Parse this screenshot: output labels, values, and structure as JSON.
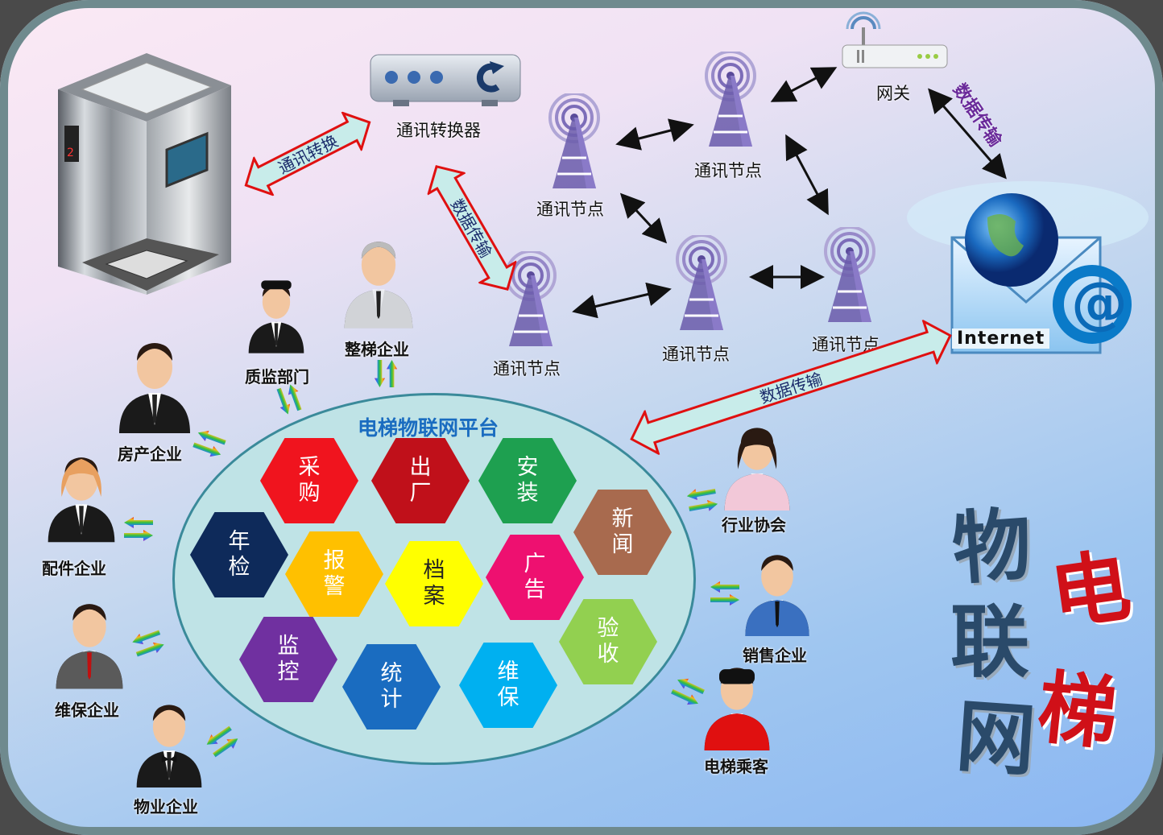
{
  "devices": {
    "converter": "通讯转换器",
    "gateway": "网关",
    "nodes": [
      "通讯节点",
      "通讯节点",
      "通讯节点",
      "通讯节点",
      "通讯节点"
    ],
    "internet": "Internet"
  },
  "links": {
    "comm_convert": "通讯转换",
    "data_transfer_1": "数据传输",
    "data_transfer_2": "数据传输",
    "data_transfer_3": "数据传输"
  },
  "platform": {
    "title": "电梯物联网平台",
    "modules": [
      "采购",
      "出厂",
      "安装",
      "新闻",
      "年检",
      "报警",
      "档案",
      "广告",
      "验收",
      "监控",
      "统计",
      "维保"
    ]
  },
  "stakeholders": [
    "质监部门",
    "整梯企业",
    "房产企业",
    "配件企业",
    "维保企业",
    "物业企业",
    "行业协会",
    "销售企业",
    "电梯乘客"
  ],
  "brand": {
    "chars": [
      "物",
      "联",
      "网",
      "电",
      "梯"
    ]
  },
  "colors": {
    "采购": "#f0141e",
    "出厂": "#c0101a",
    "安装": "#1ea050",
    "新闻": "#a86a4e",
    "年检": "#0e2a5a",
    "报警": "#ffc000",
    "档案": "#ffff00",
    "广告": "#ee1070",
    "验收": "#92d050",
    "监控": "#7030a0",
    "统计": "#1a6cc0",
    "维保": "#00b0f0",
    "arrow_fill": "#c8ecea",
    "arrow_stroke": "#e01010",
    "platform_title": "#1a6cc0"
  }
}
